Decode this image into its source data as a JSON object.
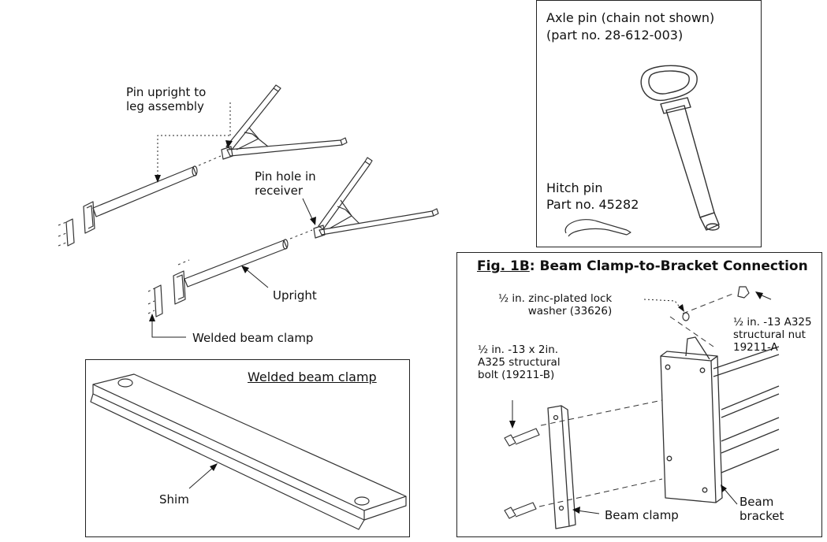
{
  "assembly": {
    "pin_upright_label": "Pin upright to\nleg assembly",
    "pin_hole_label": "Pin hole in\nreceiver",
    "upright_label": "Upright",
    "welded_clamp_label": "Welded beam clamp"
  },
  "detail_clamp": {
    "title": "Welded beam clamp",
    "shim_label": "Shim"
  },
  "axle_box": {
    "axle_pin_line1": "Axle pin (chain not shown)",
    "axle_pin_line2": "(part no. 28-612-003)",
    "hitch_pin_line1": "Hitch pin",
    "hitch_pin_line2": "Part no. 45282"
  },
  "fig1b": {
    "fig_num": "Fig. 1B",
    "title_rest": ": Beam Clamp-to-Bracket Connection",
    "washer_line1": "½ in. zinc-plated lock",
    "washer_line2": "washer (33626)",
    "nut_line1": "½ in. -13 A325",
    "nut_line2": "structural nut",
    "nut_line3": "19211-A",
    "bolt_line1": "½ in. -13 x 2in.",
    "bolt_line2": "A325 structural",
    "bolt_line3": "bolt (19211-B)",
    "beam_clamp_label": "Beam clamp",
    "beam_bracket_line1": "Beam",
    "beam_bracket_line2": "bracket"
  }
}
